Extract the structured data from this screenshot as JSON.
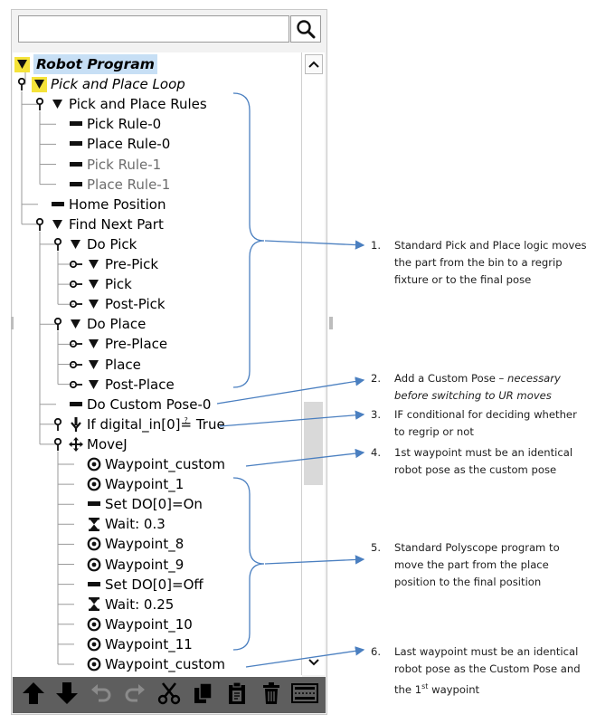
{
  "search": {
    "value": "",
    "icon": "search-icon"
  },
  "tree": [
    {
      "label": "Robot Program",
      "level": 0,
      "icon": "collapse-arrow-yellow",
      "style": "root",
      "pin": false
    },
    {
      "label": "Pick and Place Loop",
      "level": 1,
      "icon": "collapse-arrow-yellow",
      "style": "italic",
      "pin": true
    },
    {
      "label": "Pick and Place Rules",
      "level": 2,
      "icon": "collapse-arrow",
      "style": "normal",
      "pin": true
    },
    {
      "label": "Pick Rule-0",
      "level": 3,
      "icon": "dash",
      "style": "normal",
      "pin": false
    },
    {
      "label": "Place Rule-0",
      "level": 3,
      "icon": "dash",
      "style": "normal",
      "pin": false
    },
    {
      "label": "Pick Rule-1",
      "level": 3,
      "icon": "dash",
      "style": "grey",
      "pin": false
    },
    {
      "label": "Place Rule-1",
      "level": 3,
      "icon": "dash",
      "style": "grey",
      "pin": false
    },
    {
      "label": "Home Position",
      "level": 2,
      "icon": "dash",
      "style": "normal",
      "pin": false
    },
    {
      "label": "Find Next Part",
      "level": 2,
      "icon": "collapse-arrow",
      "style": "normal",
      "pin": true
    },
    {
      "label": "Do Pick",
      "level": 3,
      "icon": "collapse-arrow",
      "style": "normal",
      "pin": true
    },
    {
      "label": "Pre-Pick",
      "level": 4,
      "icon": "collapse-arrow",
      "style": "normal",
      "pin": "side"
    },
    {
      "label": "Pick",
      "level": 4,
      "icon": "collapse-arrow",
      "style": "normal",
      "pin": "side"
    },
    {
      "label": "Post-Pick",
      "level": 4,
      "icon": "collapse-arrow",
      "style": "normal",
      "pin": "side"
    },
    {
      "label": "Do Place",
      "level": 3,
      "icon": "collapse-arrow",
      "style": "normal",
      "pin": true
    },
    {
      "label": "Pre-Place",
      "level": 4,
      "icon": "collapse-arrow",
      "style": "normal",
      "pin": "side"
    },
    {
      "label": "Place",
      "level": 4,
      "icon": "collapse-arrow",
      "style": "normal",
      "pin": "side"
    },
    {
      "label": "Post-Place",
      "level": 4,
      "icon": "collapse-arrow",
      "style": "normal",
      "pin": "side"
    },
    {
      "label": "Do Custom Pose-0",
      "level": 3,
      "icon": "dash",
      "style": "normal",
      "pin": false
    },
    {
      "label": "If digital_in[0]≟ True",
      "level": 3,
      "icon": "if",
      "style": "normal",
      "pin": true
    },
    {
      "label": "MoveJ",
      "level": 3,
      "icon": "move",
      "style": "normal",
      "pin": true
    },
    {
      "label": "Waypoint_custom",
      "level": 4,
      "icon": "waypoint",
      "style": "normal",
      "pin": false
    },
    {
      "label": "Waypoint_1",
      "level": 4,
      "icon": "waypoint",
      "style": "normal",
      "pin": false
    },
    {
      "label": "Set DO[0]=On",
      "level": 4,
      "icon": "dash",
      "style": "normal",
      "pin": false
    },
    {
      "label": "Wait: 0.3",
      "level": 4,
      "icon": "hourglass",
      "style": "normal",
      "pin": false
    },
    {
      "label": "Waypoint_8",
      "level": 4,
      "icon": "waypoint",
      "style": "normal",
      "pin": false
    },
    {
      "label": "Waypoint_9",
      "level": 4,
      "icon": "waypoint",
      "style": "normal",
      "pin": false
    },
    {
      "label": "Set DO[0]=Off",
      "level": 4,
      "icon": "dash",
      "style": "normal",
      "pin": false
    },
    {
      "label": "Wait: 0.25",
      "level": 4,
      "icon": "hourglass",
      "style": "normal",
      "pin": false
    },
    {
      "label": "Waypoint_10",
      "level": 4,
      "icon": "waypoint",
      "style": "normal",
      "pin": false
    },
    {
      "label": "Waypoint_11",
      "level": 4,
      "icon": "waypoint",
      "style": "normal",
      "pin": false
    },
    {
      "label": "Waypoint_custom",
      "level": 4,
      "icon": "waypoint",
      "style": "normal",
      "pin": false
    }
  ],
  "toolbar": [
    {
      "name": "move-up-button",
      "icon": "arrow-up-icon"
    },
    {
      "name": "move-down-button",
      "icon": "arrow-down-icon"
    },
    {
      "name": "undo-button",
      "icon": "undo-icon"
    },
    {
      "name": "redo-button",
      "icon": "redo-icon"
    },
    {
      "name": "cut-button",
      "icon": "scissors-icon"
    },
    {
      "name": "copy-button",
      "icon": "copy-icon"
    },
    {
      "name": "paste-button",
      "icon": "paste-icon"
    },
    {
      "name": "delete-button",
      "icon": "trash-icon"
    },
    {
      "name": "suppress-button",
      "icon": "suppress-icon"
    }
  ],
  "annotations": [
    {
      "num": "1.",
      "parts": [
        {
          "t": "Standard Pick and Place logic moves the part from the bin to a regrip fixture or to the final pose",
          "i": false
        }
      ]
    },
    {
      "num": "2.",
      "parts": [
        {
          "t": "Add a Custom Pose – ",
          "i": false
        },
        {
          "t": "necessary before switching to UR moves",
          "i": true
        }
      ]
    },
    {
      "num": "3.",
      "parts": [
        {
          "t": "IF conditional for deciding whether to regrip or not",
          "i": false
        }
      ]
    },
    {
      "num": "4.",
      "parts": [
        {
          "t": "1st waypoint must be an identical robot pose as the custom pose",
          "i": false
        }
      ]
    },
    {
      "num": "5.",
      "parts": [
        {
          "t": "Standard Polyscope program to move the part from the place position to the final position",
          "i": false
        }
      ]
    },
    {
      "num": "6.",
      "parts": [
        {
          "t": "Last waypoint must be an identical robot pose as the Custom Pose and the 1",
          "i": false
        },
        {
          "t": "st",
          "i": false,
          "sup": true
        },
        {
          "t": " waypoint",
          "i": false
        }
      ]
    }
  ]
}
